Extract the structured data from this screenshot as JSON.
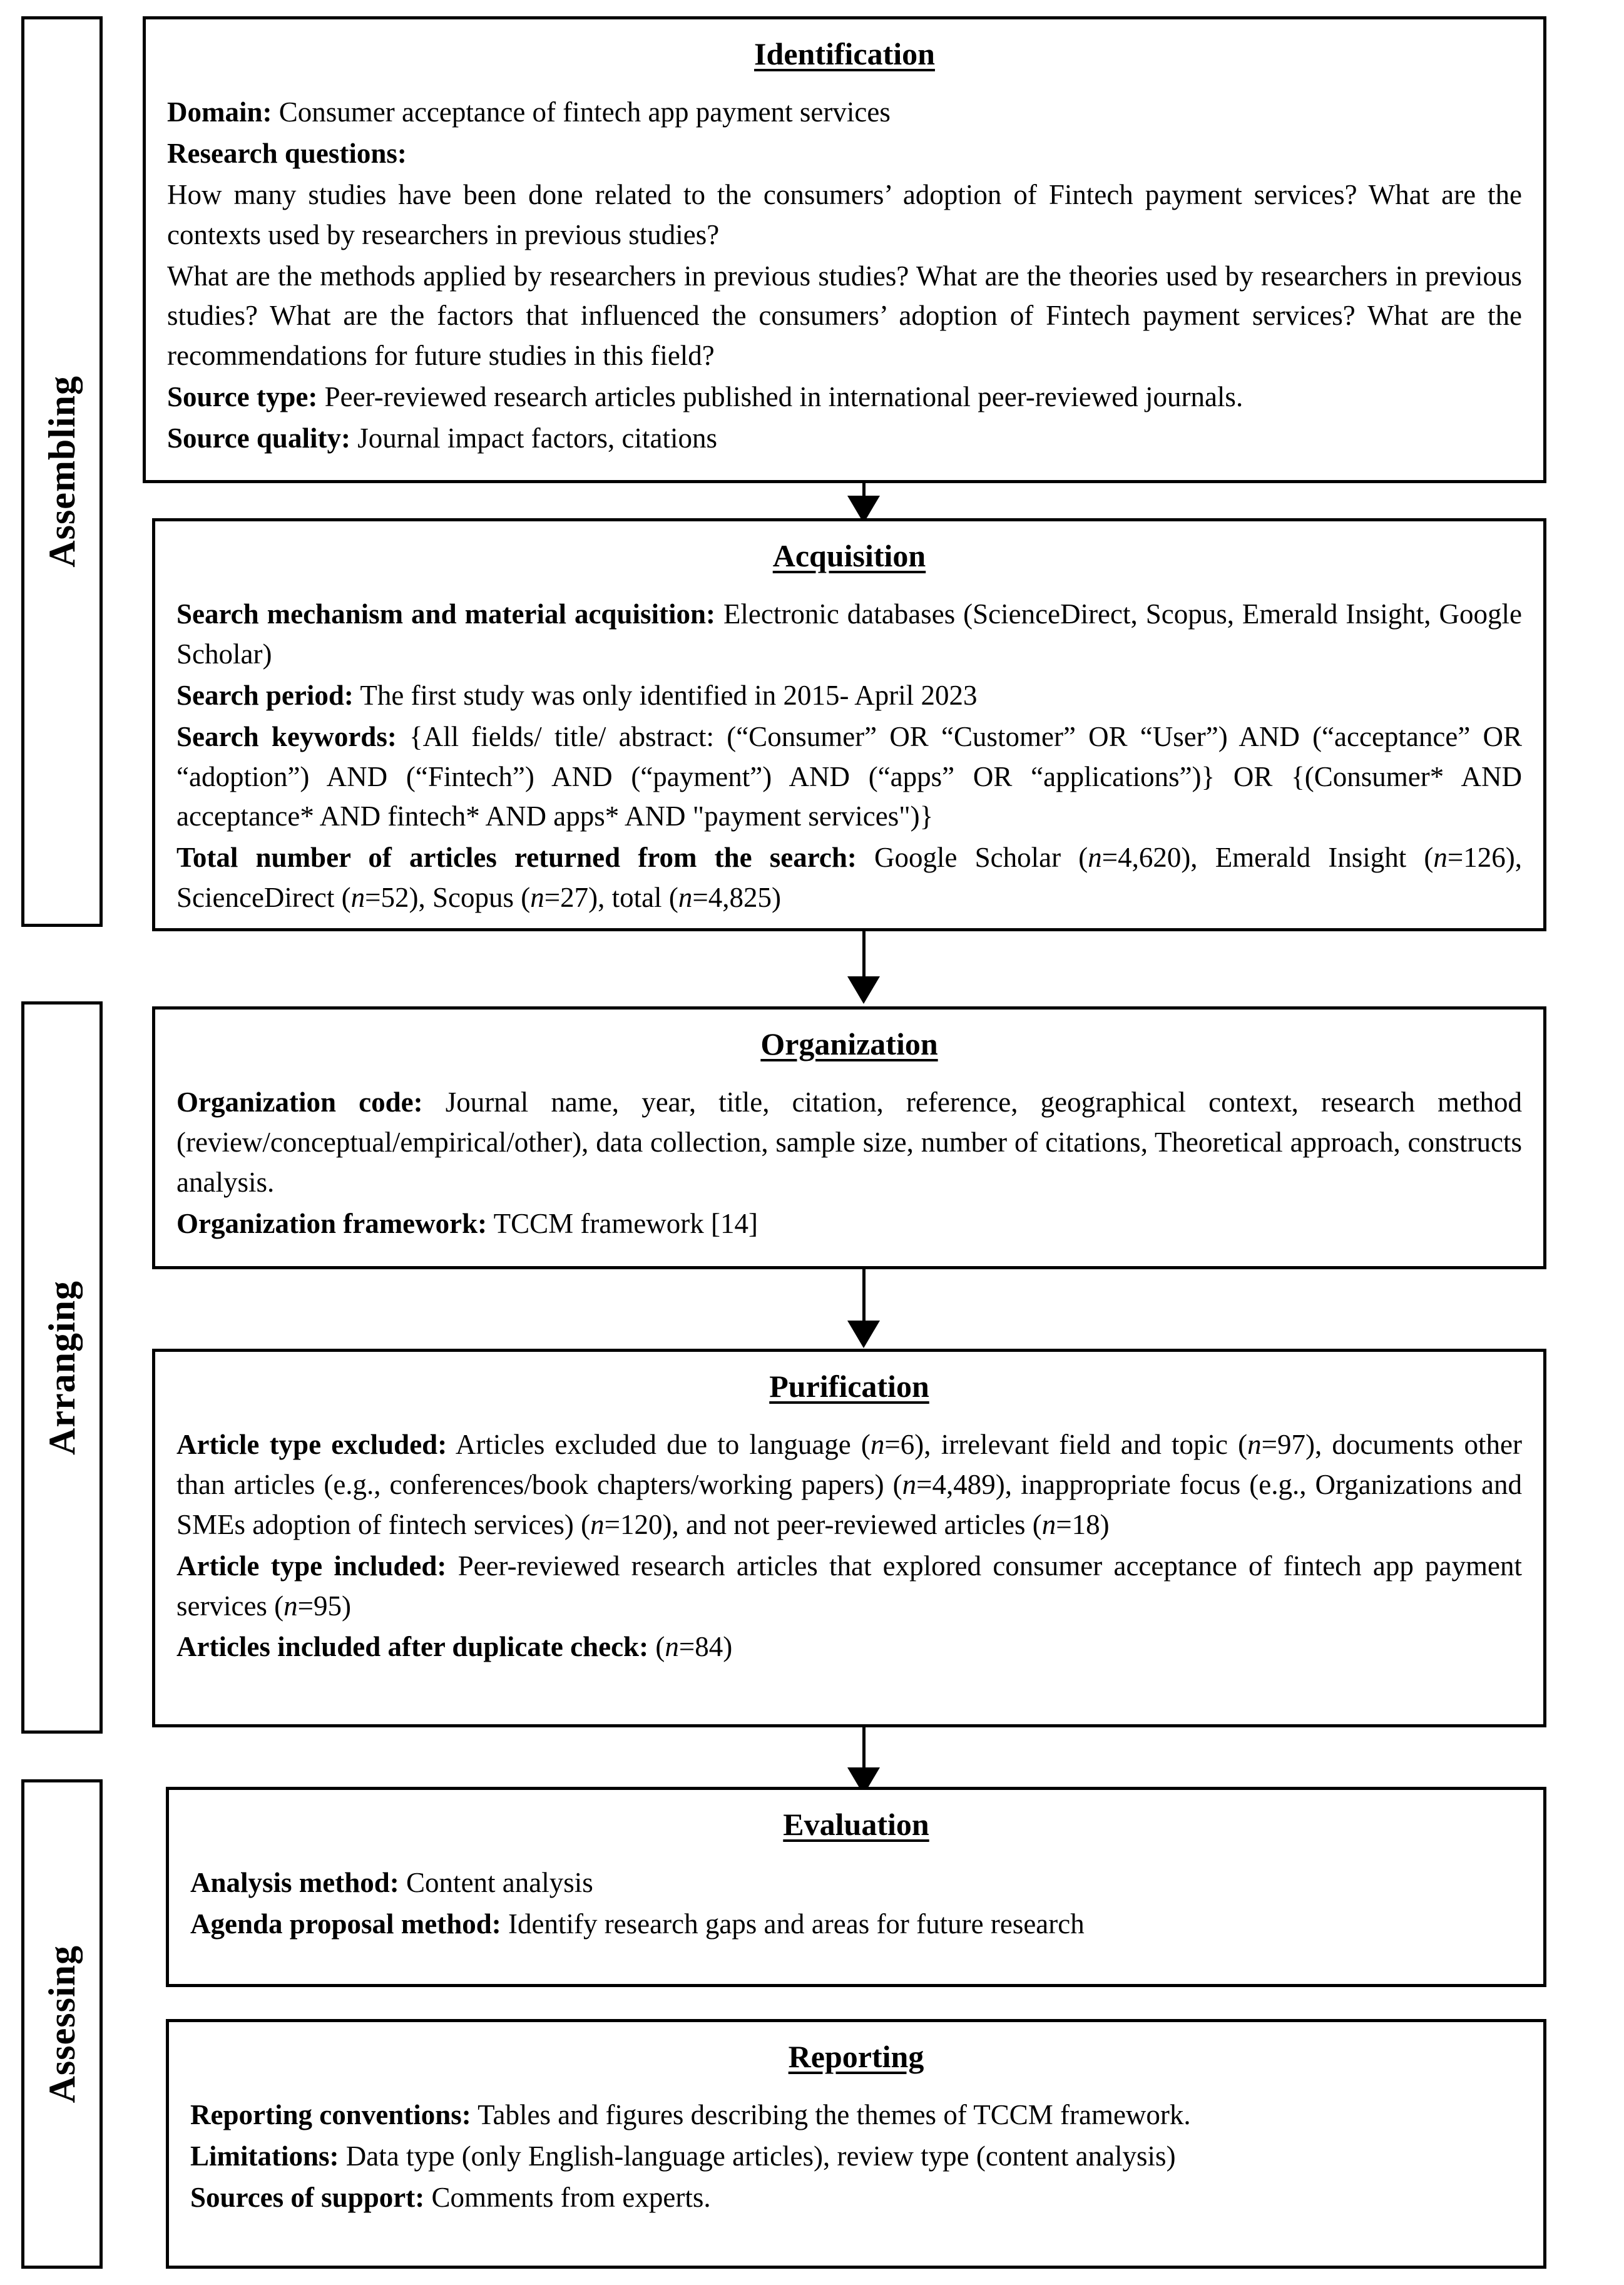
{
  "stages": [
    {
      "label": "Assembling"
    },
    {
      "label": "Arranging"
    },
    {
      "label": "Assessing"
    }
  ],
  "nodes": {
    "identification": {
      "title": "Identification",
      "domain_label": "Domain:",
      "domain_value": " Consumer acceptance of fintech app payment services",
      "questions_label": "Research questions:",
      "question_line_1": "How many studies have been done related to the consumers’ adoption of Fintech payment services? What are the contexts used by researchers in previous studies?",
      "question_line_2": "What are the methods applied by researchers in previous studies? What are the theories used by researchers in previous studies?  What are the factors that influenced the consumers’ adoption of Fintech payment services? What are the recommendations for future studies in this field?",
      "source_type_label": "Source type:",
      "source_type_value": " Peer-reviewed research articles published in international peer-reviewed journals.",
      "source_quality_label": "Source quality:",
      "source_quality_value": " Journal impact factors, citations"
    },
    "acquisition": {
      "title": "Acquisition",
      "search_mechanism_label": "Search mechanism and material acquisition:",
      "search_mechanism_value": " Electronic databases (ScienceDirect, Scopus, Emerald Insight, Google Scholar)",
      "search_period_label": "Search period:",
      "search_period_value": " The first study was only identified in 2015- April 2023",
      "search_keywords_label": "Search keywords:",
      "search_keywords_value": " {All fields/ title/ abstract: (“Consumer” OR “Customer” OR “User”) AND (“acceptance” OR “adoption”) AND (“Fintech”) AND (“payment”) AND (“apps” OR “applications”)} OR {(Consumer* AND acceptance* AND fintech* AND apps* AND \"payment services\")}",
      "total_label": "Total number of articles returned from the search:",
      "total_value_pre": "  Google Scholar (",
      "n_symbol": "n",
      "google_scholar_n": "=4,620), Emerald Insight (",
      "emerald_n": "=126), ScienceDirect (",
      "sciencedirect_n": "=52), Scopus (",
      "scopus_n": "=27), total (",
      "total_n": "=4,825)"
    },
    "organization": {
      "title": "Organization",
      "code_label": "Organization code:",
      "code_value": " Journal name, year, title, citation, reference, geographical context, research method (review/conceptual/empirical/other), data collection, sample size, number of citations, Theoretical approach, constructs analysis.",
      "framework_label": "Organization framework:",
      "framework_value": "  TCCM framework [14]"
    },
    "purification": {
      "title": "Purification",
      "excluded_label": "Article type excluded:",
      "excluded_p1": " Articles excluded due to language (",
      "excluded_n1": "=6), irrelevant field and topic (",
      "excluded_n2": "=97), documents other than articles (e.g., conferences/book chapters/working papers) (",
      "excluded_n3": "=4,489), inappropriate focus (e.g., Organizations and SMEs adoption of fintech services) (",
      "excluded_n4": "=120), and not peer-reviewed articles (",
      "excluded_n5": "=18)",
      "included_label": "Article type included:",
      "included_p1": "  Peer-reviewed research articles that explored consumer acceptance of fintech app payment services (",
      "included_n": "=95)",
      "duplicate_label": "Articles included after duplicate check:",
      "duplicate_pre": " (",
      "duplicate_n": "=84)",
      "n_symbol": "n"
    },
    "evaluation": {
      "title": "Evaluation",
      "analysis_label": "Analysis method:",
      "analysis_value": " Content analysis",
      "agenda_label": "Agenda proposal method:",
      "agenda_value": " Identify research gaps and areas for future research"
    },
    "reporting": {
      "title": "Reporting",
      "conventions_label": "Reporting conventions:",
      "conventions_value": " Tables and figures describing the themes of TCCM framework.",
      "limitations_label": "Limitations:",
      "limitations_value": " Data type (only English-language articles), review type (content analysis)",
      "support_label": "Sources of support:",
      "support_value": " Comments from experts."
    }
  }
}
